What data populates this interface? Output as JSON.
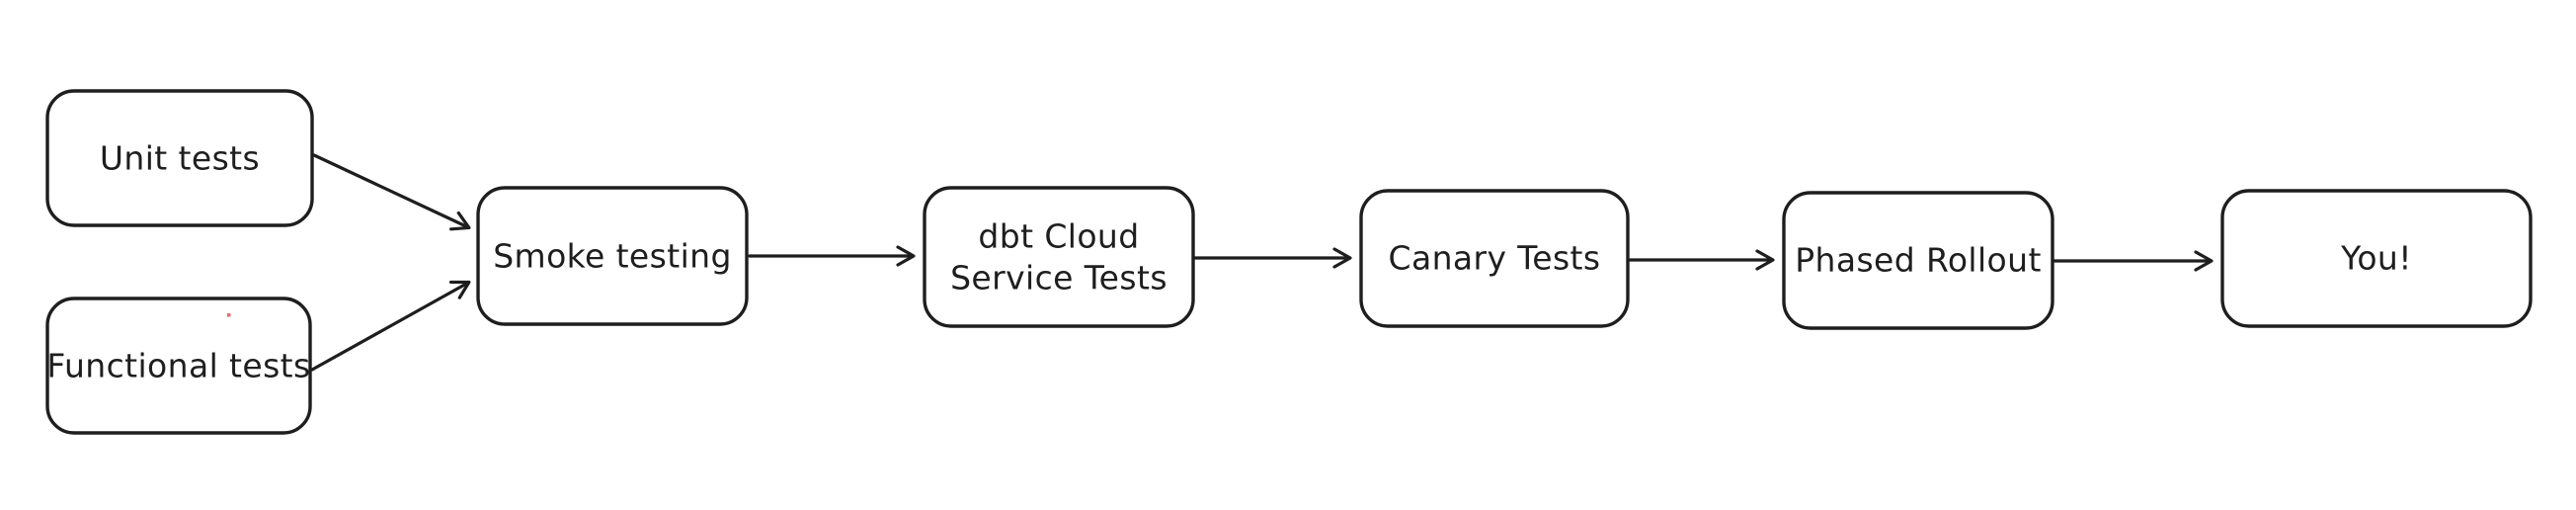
{
  "diagram": {
    "type": "flowchart",
    "style": "hand-drawn",
    "colors": {
      "stroke": "#1e1e1e",
      "background": "#ffffff",
      "artifact_dot": "#e0524f"
    },
    "nodes": [
      {
        "id": "unit-tests",
        "label": "Unit tests"
      },
      {
        "id": "functional-tests",
        "label": "Functional tests"
      },
      {
        "id": "smoke-testing",
        "label": "Smoke testing"
      },
      {
        "id": "dbt-cloud-service-tests",
        "label_line1": "dbt Cloud",
        "label_line2": "Service Tests"
      },
      {
        "id": "canary-tests",
        "label": "Canary Tests"
      },
      {
        "id": "phased-rollout",
        "label": "Phased Rollout"
      },
      {
        "id": "you",
        "label": "You!"
      }
    ],
    "edges": [
      {
        "from": "unit-tests",
        "to": "smoke-testing"
      },
      {
        "from": "functional-tests",
        "to": "smoke-testing"
      },
      {
        "from": "smoke-testing",
        "to": "dbt-cloud-service-tests"
      },
      {
        "from": "dbt-cloud-service-tests",
        "to": "canary-tests"
      },
      {
        "from": "canary-tests",
        "to": "phased-rollout"
      },
      {
        "from": "phased-rollout",
        "to": "you"
      }
    ]
  }
}
